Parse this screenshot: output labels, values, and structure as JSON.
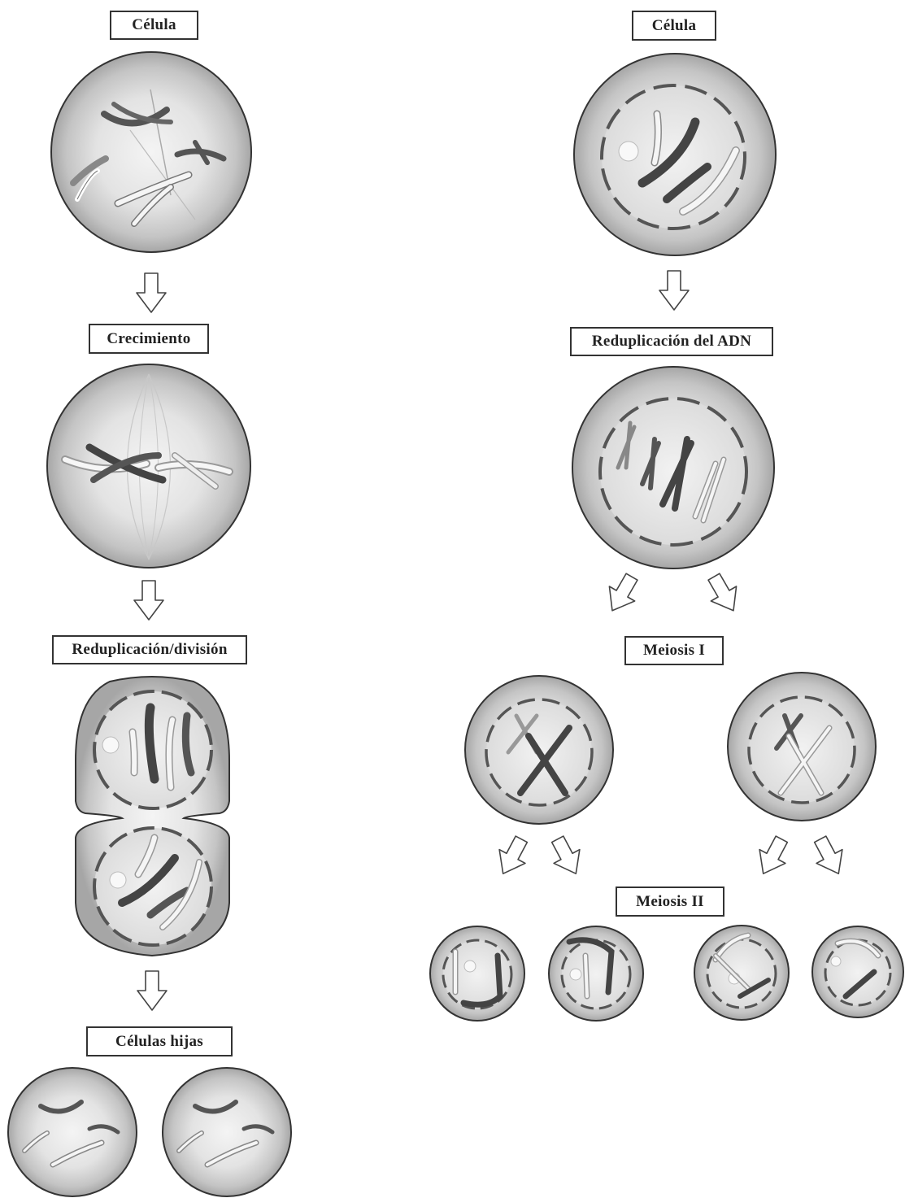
{
  "mitosis": {
    "celula": "Célula",
    "crecimiento": "Crecimiento",
    "reduplicacion_division": "Reduplicación/división",
    "celulas_hijas": "Células hijas"
  },
  "meiosis": {
    "celula": "Célula",
    "reduplicacion_adn": "Reduplicación del ADN",
    "meiosis_1": "Meiosis I",
    "meiosis_2": "Meiosis II"
  }
}
